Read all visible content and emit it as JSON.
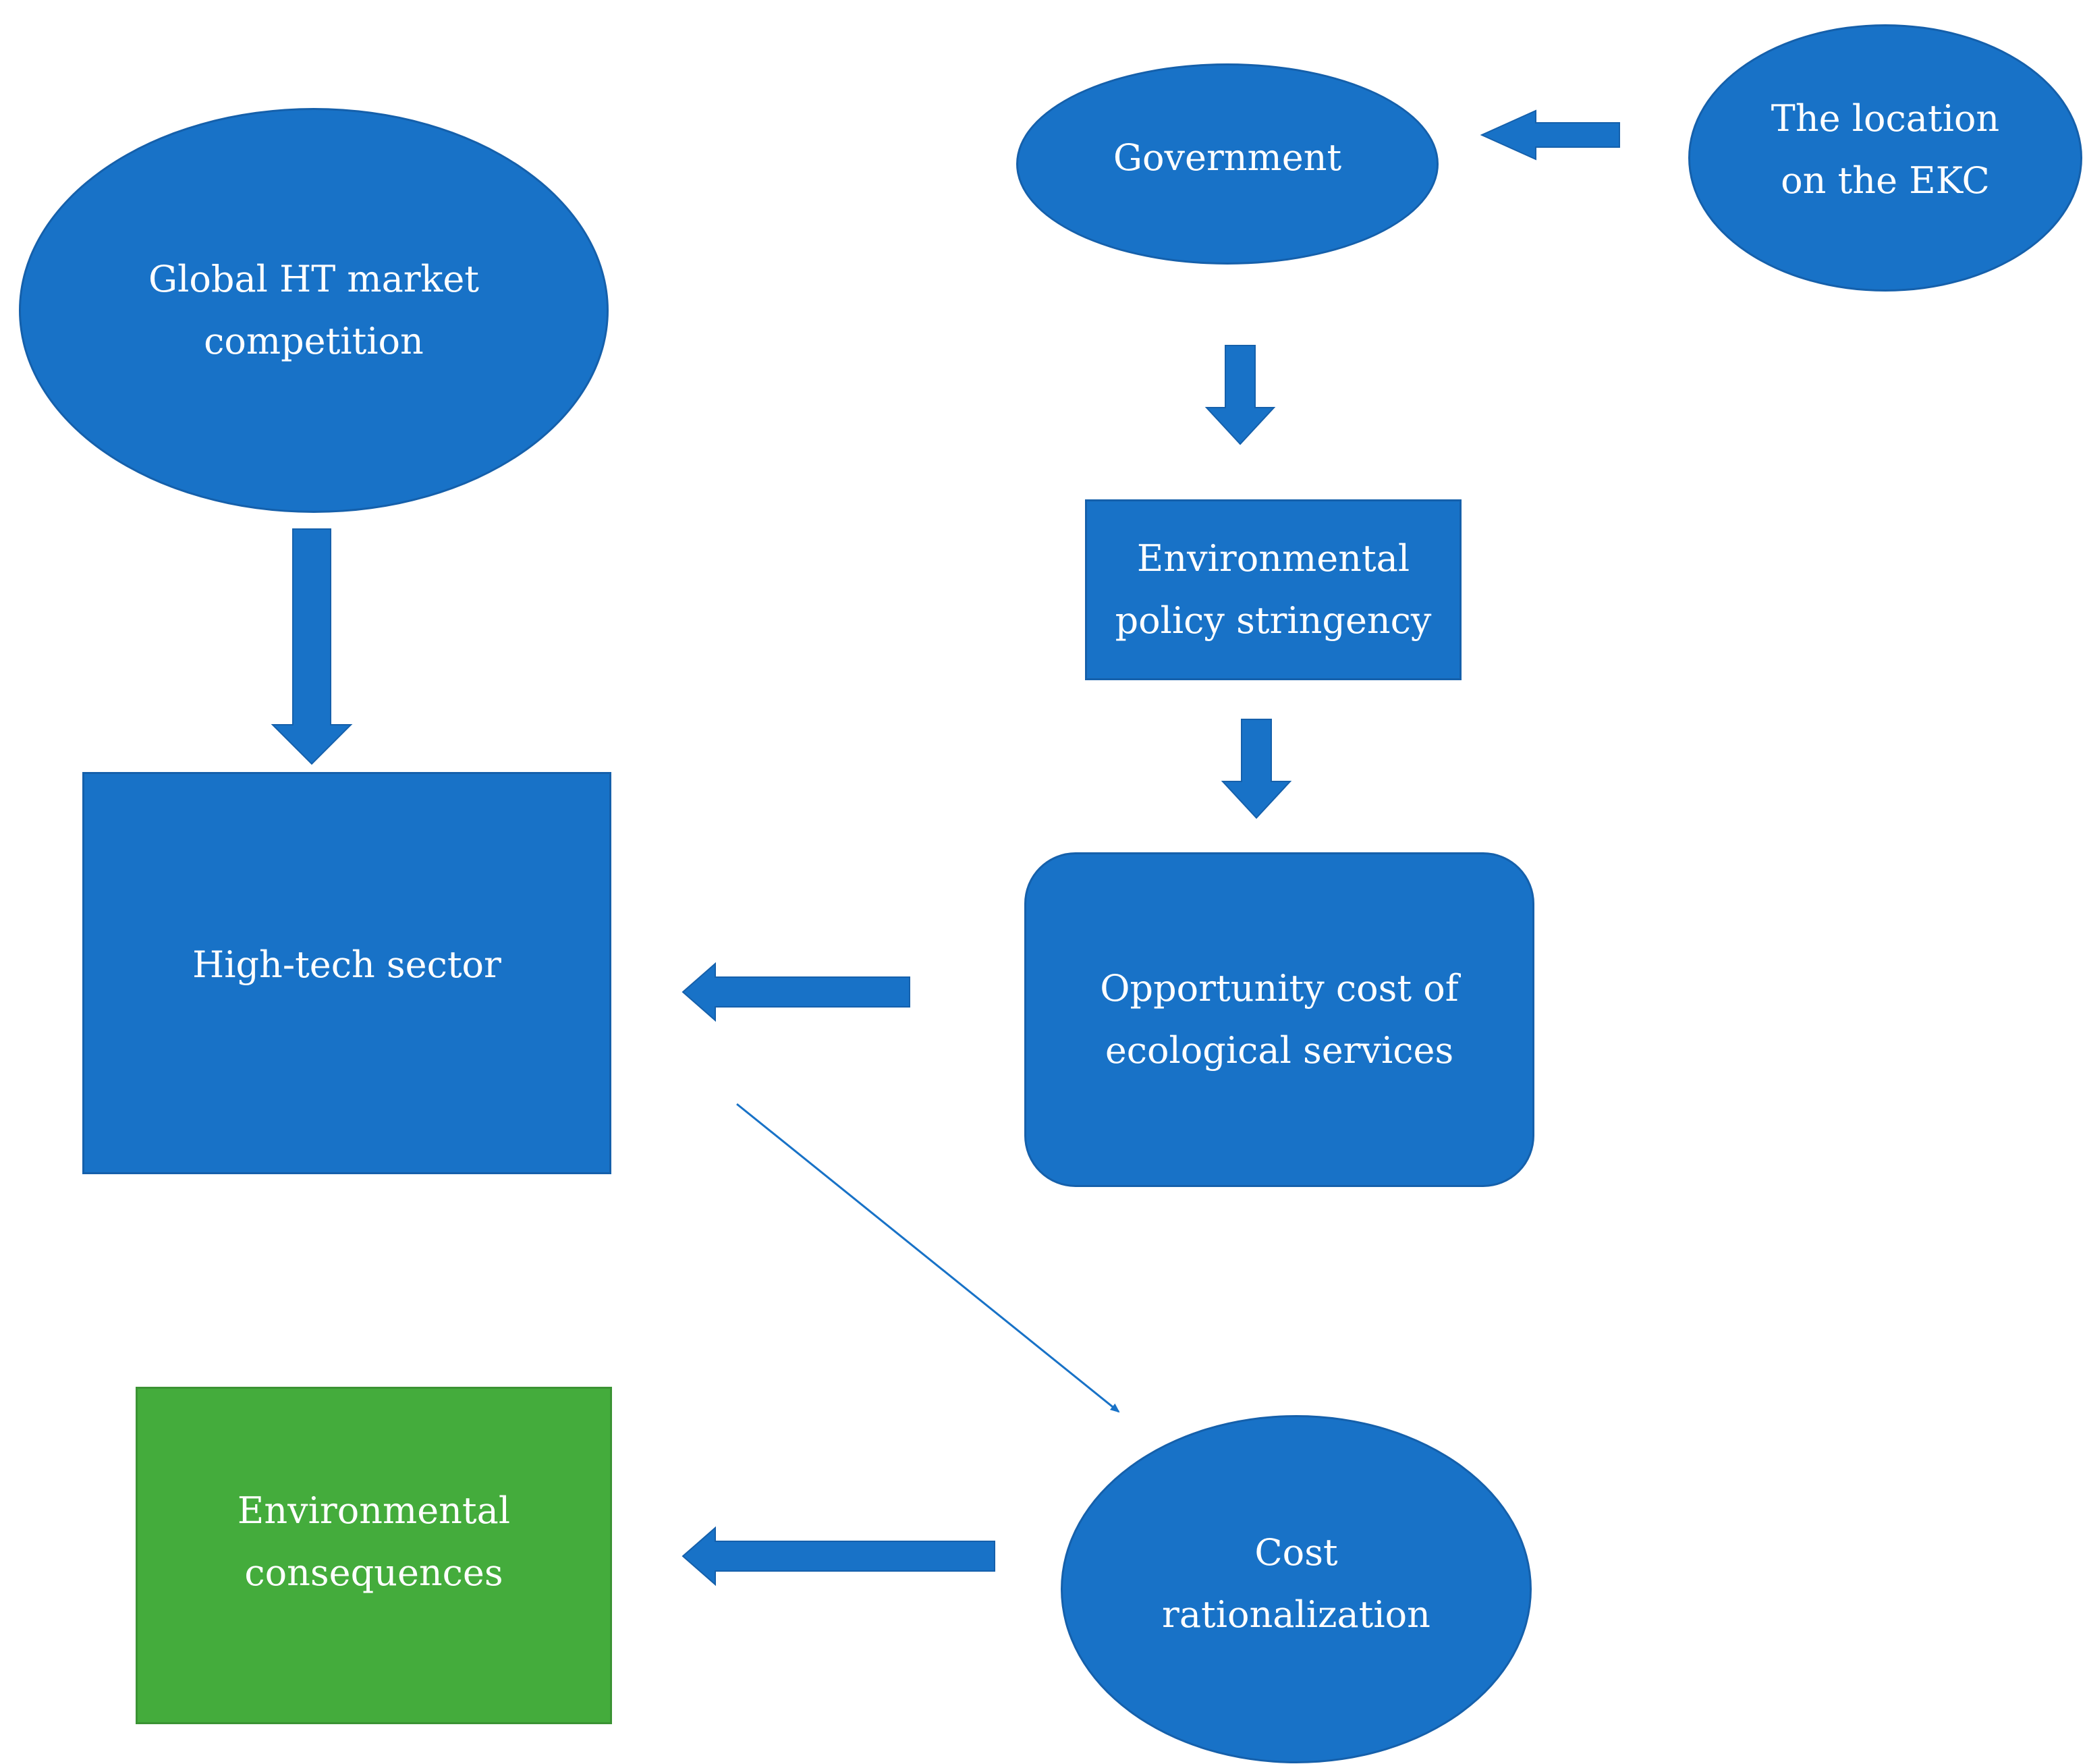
{
  "colors": {
    "node_blue": "#1872c7",
    "node_green": "#44ac3c",
    "text": "#ffffff"
  },
  "nodes": {
    "global_ht": {
      "line1": "Global HT market",
      "line2": "competition"
    },
    "government": {
      "line1": "Government"
    },
    "ekc_location": {
      "line1": "The location",
      "line2": "on the EKC"
    },
    "policy": {
      "line1": "Environmental",
      "line2": "policy stringency"
    },
    "hightech": {
      "line1": "High-tech sector"
    },
    "opportunity": {
      "line1": "Opportunity cost of",
      "line2": "ecological services"
    },
    "cost": {
      "line1": "Cost",
      "line2": "rationalization"
    },
    "consequences": {
      "line1": "Environmental",
      "line2": "consequences"
    }
  },
  "edges": [
    {
      "from": "ekc_location",
      "to": "government"
    },
    {
      "from": "government",
      "to": "policy"
    },
    {
      "from": "policy",
      "to": "opportunity"
    },
    {
      "from": "global_ht",
      "to": "hightech"
    },
    {
      "from": "opportunity",
      "to": "hightech"
    },
    {
      "from": "hightech",
      "to": "cost"
    },
    {
      "from": "cost",
      "to": "consequences"
    }
  ]
}
